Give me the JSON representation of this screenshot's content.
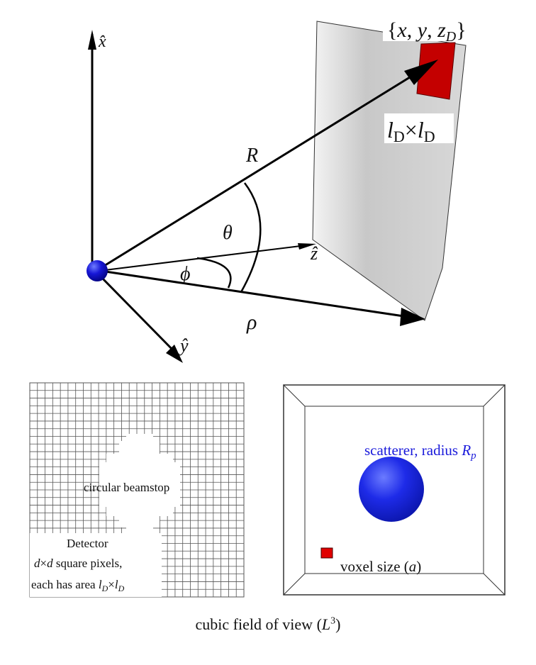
{
  "top_diagram": {
    "axis_x": "x̂",
    "axis_y": "ŷ",
    "axis_z": "ẑ",
    "label_R": "R",
    "label_theta": "θ",
    "label_phi": "ϕ",
    "label_rho": "ρ",
    "pixel_coord": "{x, y, z_D}",
    "pixel_size": "l_D×l_D"
  },
  "detector_panel": {
    "beamstop_label": "circular beamstop",
    "title": "Detector",
    "line1": "d×d square pixels,",
    "line2": "each has area l_D×l_D"
  },
  "fov_panel": {
    "scatterer_label": "scatterer, radius R_p",
    "voxel_label": "voxel size (a)"
  },
  "caption": "cubic field of view (L³)",
  "colors": {
    "scatterer": "#1a1adb",
    "voxel": "#c40000",
    "detector_plane": "#d2d2d2",
    "sphere_origin": "#1010c8"
  }
}
